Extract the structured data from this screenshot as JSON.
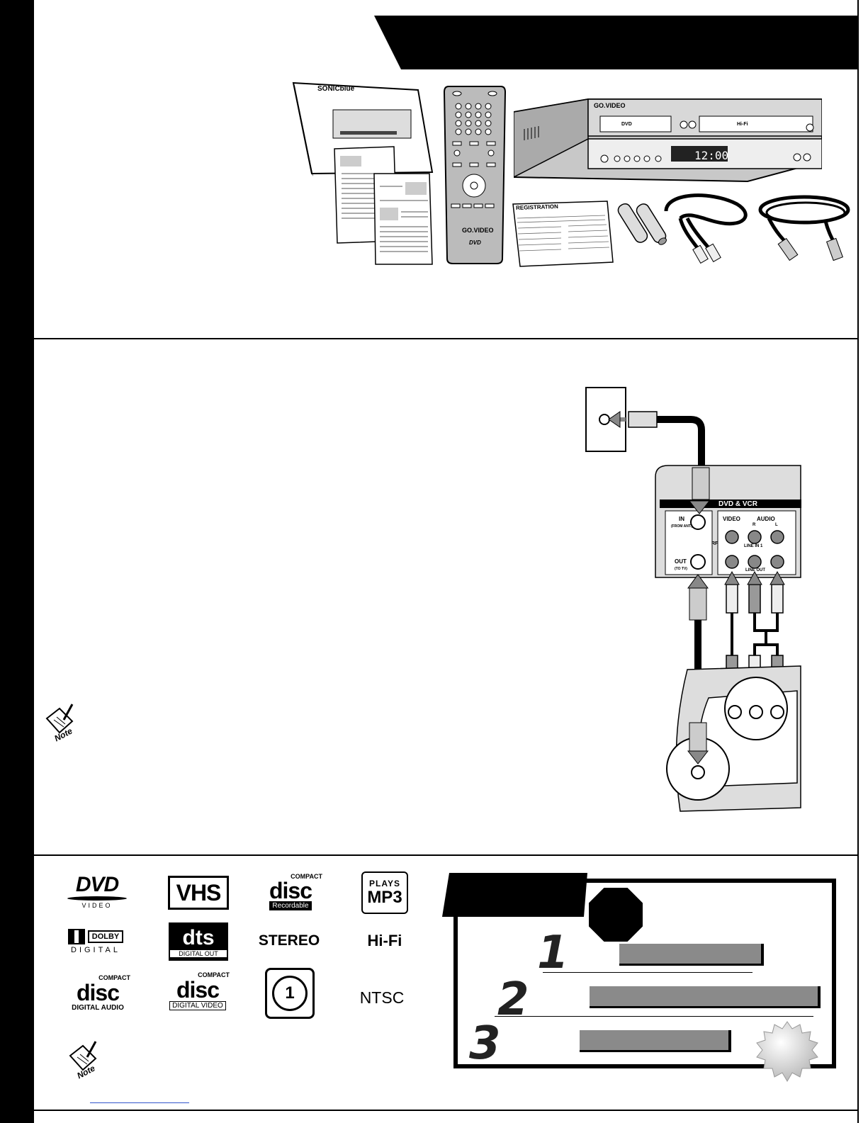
{
  "product": {
    "remote_brand": "GO.VIDEO",
    "remote_badge": "DVD",
    "device_brand": "GO.VIDEO",
    "device_panel_label": "DVD",
    "device_vcr_label": "Hi-Fi",
    "device_clock": "12:00",
    "manual_brand": "SONICblue",
    "registration_card_title": "REGISTRATION"
  },
  "connection": {
    "device_panel_title": "DVD & VCR",
    "jack_in": "IN",
    "jack_in_sub": "(FROM ANT.)",
    "jack_out": "OUT",
    "jack_out_sub": "(TO TV)",
    "jack_rf": "RF",
    "video_label": "VIDEO",
    "audio_label": "AUDIO",
    "audio_r": "R",
    "audio_l": "L",
    "line_in": "LINE IN 1",
    "line_out": "LINE OUT"
  },
  "logos": {
    "dvd": "DVD",
    "dvd_sub": "VIDEO",
    "vhs": "VHS",
    "cd_r_top": "COMPACT",
    "cd_r_mid": "disc",
    "cd_r_sub": "Recordable",
    "mp3_top": "PLAYS",
    "mp3_mid": "MP3",
    "dolby_box": "DOLBY",
    "dolby_sub": "DIGITAL",
    "dts": "dts",
    "dts_sub": "DIGITAL OUT",
    "stereo": "STEREO",
    "hifi": "Hi-Fi",
    "cd_da_top": "COMPACT",
    "cd_da_mid": "disc",
    "cd_da_sub": "DIGITAL AUDIO",
    "cd_dv_top": "COMPACT",
    "cd_dv_mid": "disc",
    "cd_dv_sub": "DIGITAL VIDEO",
    "region": "1",
    "ntsc": "NTSC"
  },
  "notes": {
    "note1": "Note",
    "note2": "Note"
  },
  "steps": {
    "s1": "1",
    "s2": "2",
    "s3": "3"
  }
}
